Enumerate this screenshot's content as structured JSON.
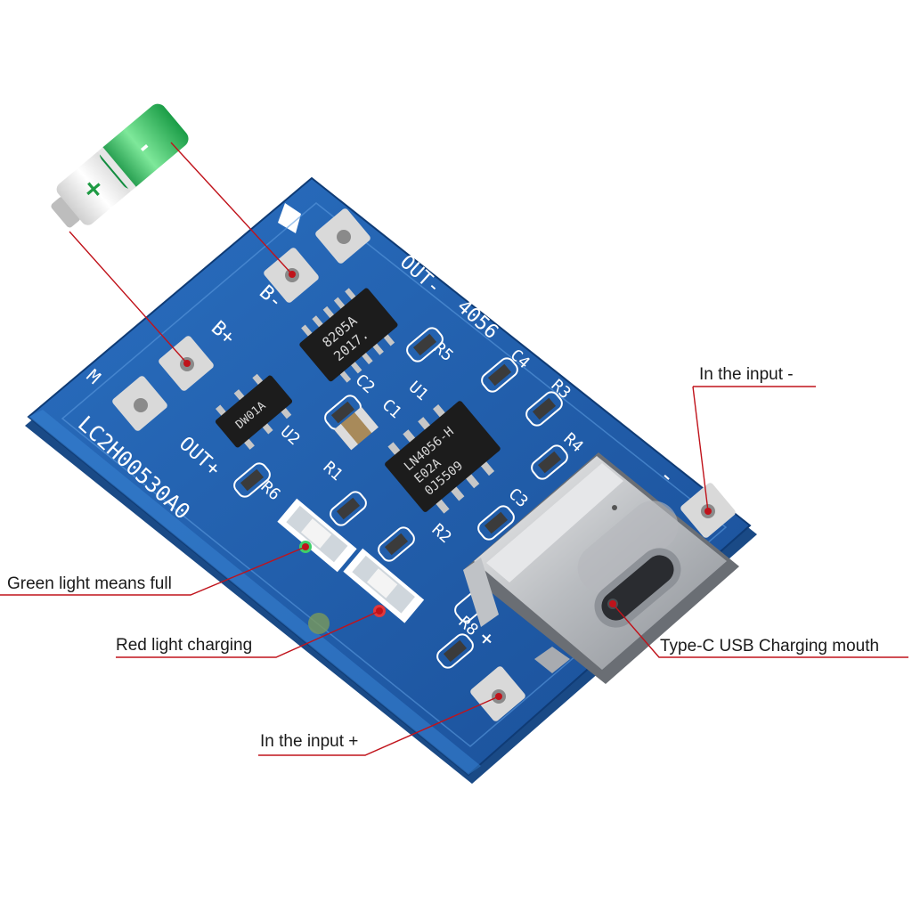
{
  "annotations": {
    "input_minus": "In the input -",
    "green_light": "Green light means full",
    "red_light": "Red light charging",
    "type_c": "Type-C USB Charging mouth",
    "input_plus": "In the input +"
  },
  "battery": {
    "minus_mark": "-",
    "plus_mark": "+"
  },
  "board": {
    "model_code": "LC2H00530A0",
    "chip_label": "4056",
    "pads": {
      "out_minus": "OUT-",
      "b_minus": "B-",
      "b_plus": "B+",
      "out_plus": "OUT+",
      "mark_m": "M",
      "in_minus": "-",
      "in_plus": "+"
    },
    "refs": [
      "R3",
      "R4",
      "C4",
      "R5",
      "U1",
      "C3",
      "R1",
      "R2",
      "R6",
      "U2",
      "C1",
      "C2",
      "R8"
    ],
    "chips": {
      "protect_ic": [
        "8205A",
        "2017."
      ],
      "charger_ic": [
        "LN4056-H",
        "E02A",
        "0J5509"
      ],
      "small_ic": "DW01A"
    }
  },
  "colors": {
    "pcb": "#1d5fae",
    "leader_line": "#c0131b",
    "led_green": "#3ecf6a",
    "led_red": "#e0383c",
    "battery_green": "#2bb35a"
  }
}
